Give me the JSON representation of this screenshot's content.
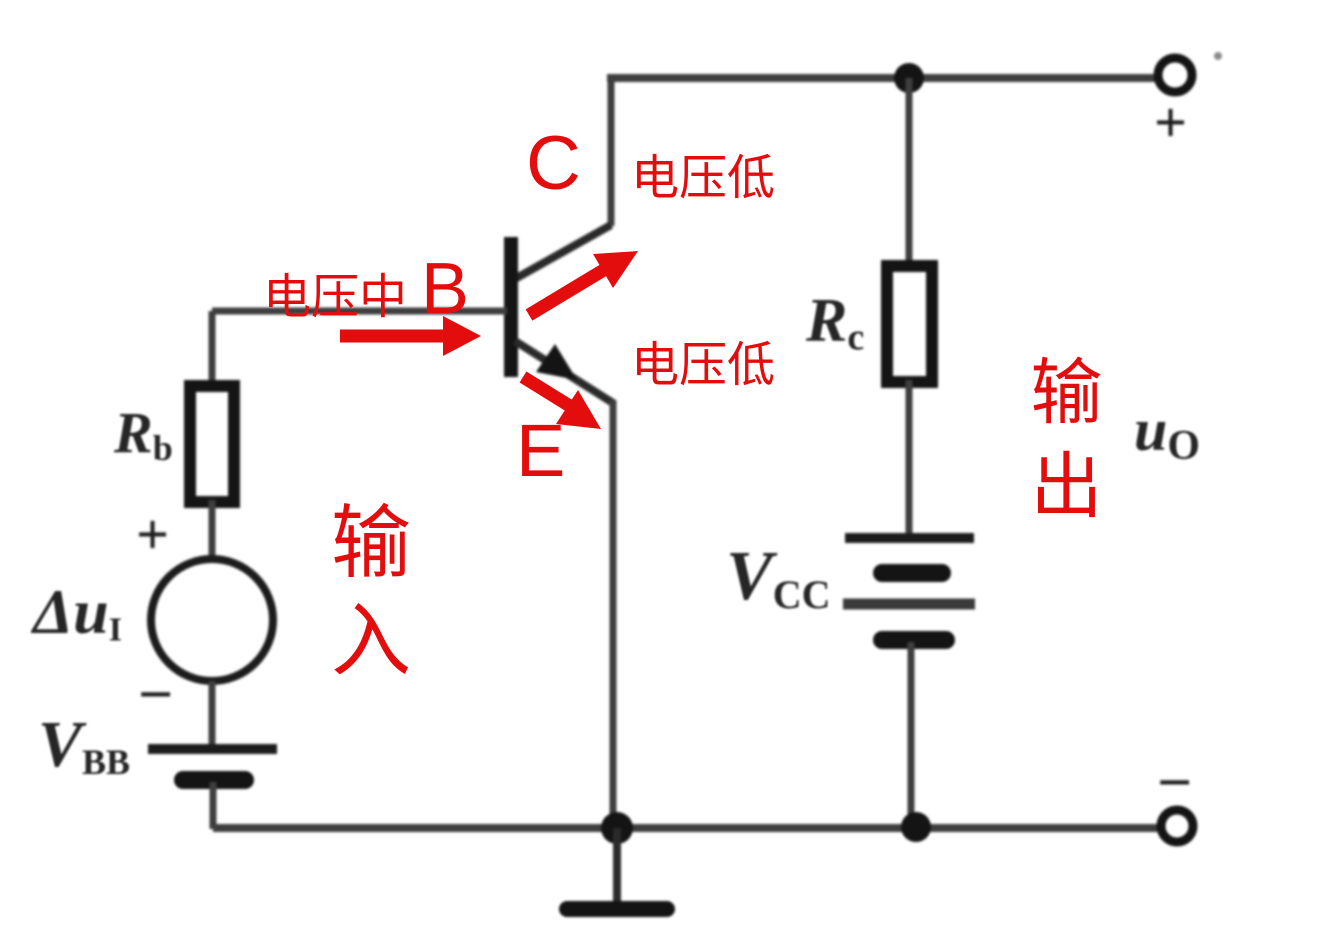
{
  "diagram": {
    "type": "transistor-amplifier-circuit",
    "colors": {
      "background": "#ffffff",
      "wire": "#3e3e3e",
      "component": "#141414",
      "annotation_red": "#e40d0d"
    },
    "transistor": {
      "collector_label": "C",
      "base_label": "B",
      "emitter_label": "E"
    },
    "annotations": {
      "collector_voltage_note": "电压低",
      "base_voltage_note": "电压中",
      "emitter_voltage_note": "电压低",
      "input_label": "输入",
      "output_label": "输出"
    },
    "components": {
      "base_resistor": {
        "symbol": "R",
        "subscript": "b"
      },
      "collector_resistor": {
        "symbol": "R",
        "subscript": "c"
      },
      "base_battery": {
        "symbol": "V",
        "subscript": "BB"
      },
      "collector_battery": {
        "symbol": "V",
        "subscript": "CC"
      },
      "input_source": {
        "symbol": "Δu",
        "subscript": "I"
      },
      "output_voltage": {
        "symbol": "u",
        "subscript": "O"
      }
    },
    "polarity": {
      "source_plus": "+",
      "source_minus": "−",
      "terminal_plus": "+",
      "terminal_minus": "−"
    }
  }
}
